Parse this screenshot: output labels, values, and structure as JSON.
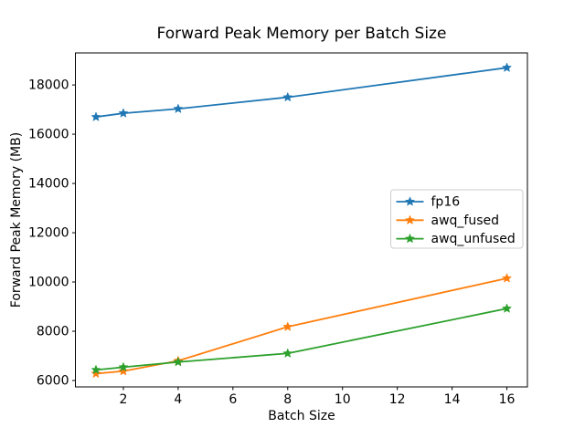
{
  "chart_data": {
    "type": "line",
    "title": "Forward Peak Memory per Batch Size",
    "xlabel": "Batch Size",
    "ylabel": "Forward Peak Memory (MB)",
    "x": [
      1,
      2,
      4,
      8,
      16
    ],
    "series": [
      {
        "name": "fp16",
        "color": "#1f77b4",
        "values": [
          16700,
          16850,
          17030,
          17500,
          18700
        ]
      },
      {
        "name": "awq_fused",
        "color": "#ff7f0e",
        "values": [
          6280,
          6380,
          6800,
          8180,
          10150
        ]
      },
      {
        "name": "awq_unfused",
        "color": "#2ca02c",
        "values": [
          6430,
          6540,
          6750,
          7100,
          8920
        ]
      }
    ],
    "xticks": [
      2,
      4,
      6,
      8,
      10,
      12,
      14,
      16
    ],
    "yticks": [
      6000,
      8000,
      10000,
      12000,
      14000,
      16000,
      18000
    ],
    "xlim": [
      0.25,
      16.75
    ],
    "ylim": [
      5740,
      19300
    ],
    "marker": "star",
    "grid": false,
    "legend_position": "center right",
    "legend_border_color": "#cccccc",
    "axis_color": "#000000",
    "background_color": "#ffffff"
  }
}
